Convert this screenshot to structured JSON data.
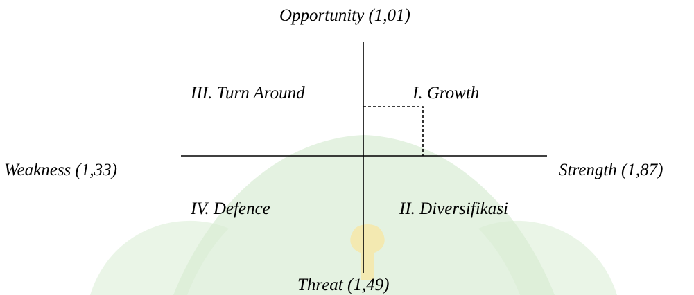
{
  "diagram": {
    "axis_labels": {
      "top": "Opportunity (1,01)",
      "bottom": "Threat (1,49)",
      "left": "Weakness (1,33)",
      "right": "Strength (1,87)"
    },
    "quadrants": {
      "top_left": "III. Turn Around",
      "top_right": "I. Growth",
      "bottom_left": "IV. Defence",
      "bottom_right": "II. Diversifikasi"
    },
    "colors": {
      "axis": "#000000",
      "watermark_green": "#d8ecd4",
      "watermark_yellow": "#f6e7a8"
    }
  }
}
